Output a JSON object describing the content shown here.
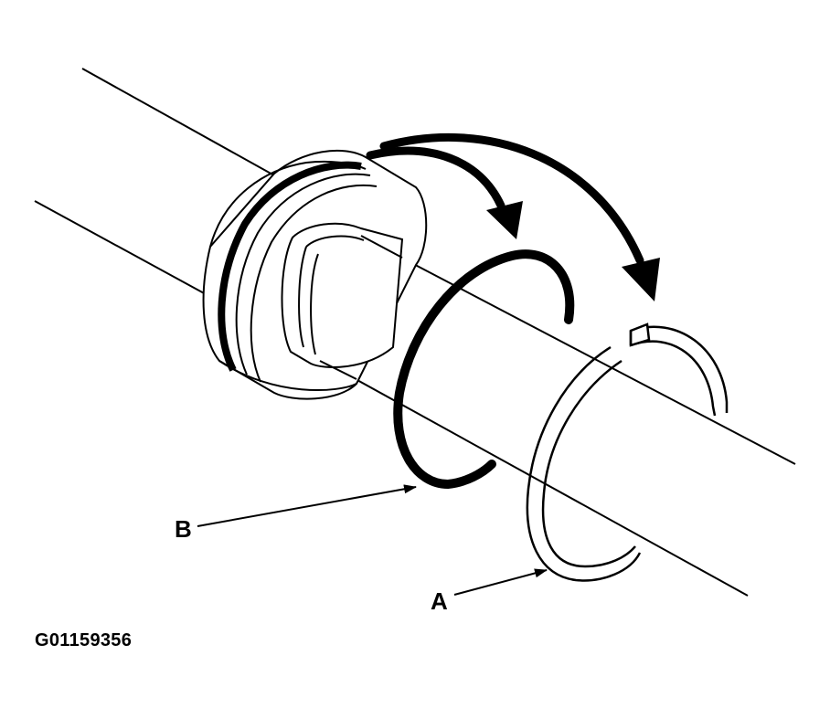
{
  "callouts": {
    "a": "A",
    "b": "B"
  },
  "figure_id": "G01159356",
  "colors": {
    "ink": "#000000",
    "paper": "#ffffff"
  }
}
